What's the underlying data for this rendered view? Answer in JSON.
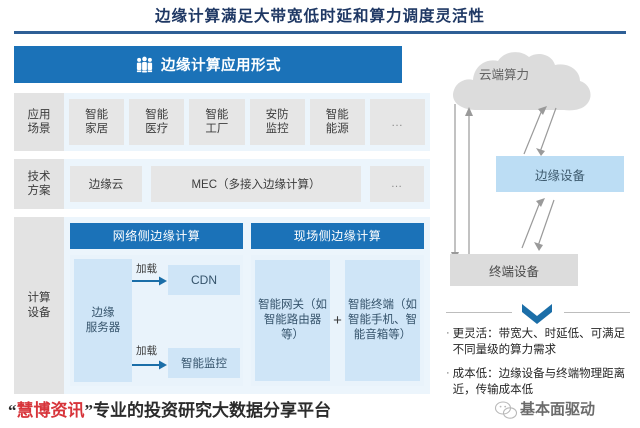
{
  "page": {
    "title": "边缘计算满足大带宽低时延和算力调度灵活性"
  },
  "left_panel": {
    "header": {
      "icon": "people-group-icon",
      "label": "边缘计算应用形式"
    },
    "rows": [
      {
        "label_line1": "应用",
        "label_line2": "场景",
        "items": [
          {
            "line1": "智能",
            "line2": "家居"
          },
          {
            "line1": "智能",
            "line2": "医疗"
          },
          {
            "line1": "智能",
            "line2": "工厂"
          },
          {
            "line1": "安防",
            "line2": "监控"
          },
          {
            "line1": "智能",
            "line2": "能源"
          },
          {
            "line1": "…",
            "line2": ""
          }
        ]
      },
      {
        "label_line1": "技术",
        "label_line2": "方案",
        "items": [
          {
            "text": "边缘云"
          },
          {
            "text": "MEC（多接入边缘计算）"
          },
          {
            "text": "…"
          }
        ]
      },
      {
        "label_line1": "计算",
        "label_line2": "设备"
      }
    ],
    "network_side": {
      "header": "网络侧边缘计算",
      "server_line1": "边缘",
      "server_line2": "服务器",
      "arrow1_label": "加载",
      "arrow1_target": "CDN",
      "arrow2_label": "加载",
      "arrow2_target": "智能监控"
    },
    "field_side": {
      "header": "现场侧边缘计算",
      "box_left": "智能网关（如智能路由器等）",
      "operator": "+",
      "box_right": "智能终端（如智能手机、智能音箱等）"
    }
  },
  "right_panel": {
    "cloud_label": "云端算力",
    "edge_node": "边缘设备",
    "terminal_node": "终端设备",
    "bullets": [
      {
        "marker": "·",
        "text": "更灵活：带宽大、时延低、可满足不同量级的算力需求"
      },
      {
        "marker": "·",
        "text": "成本低：边缘设备与终端物理距离近，传输成本低"
      }
    ]
  },
  "watermarks": {
    "left_quote_open": "“",
    "left_brand": "慧博资讯",
    "left_quote_close": "”",
    "left_tagline": "专业的投资研究大数据分享平台",
    "right_text": "基本面驱动"
  },
  "colors": {
    "title_blue": "#1f3864",
    "header_blue": "#1b72b8",
    "row_bg": "#ecf5fc",
    "chip_gray": "#e6e6e6",
    "box_blue": "#cfe5f7",
    "node_blue": "#bcddf4",
    "node_gray": "#dcdcdc",
    "watermark_red": "#d4232a"
  }
}
